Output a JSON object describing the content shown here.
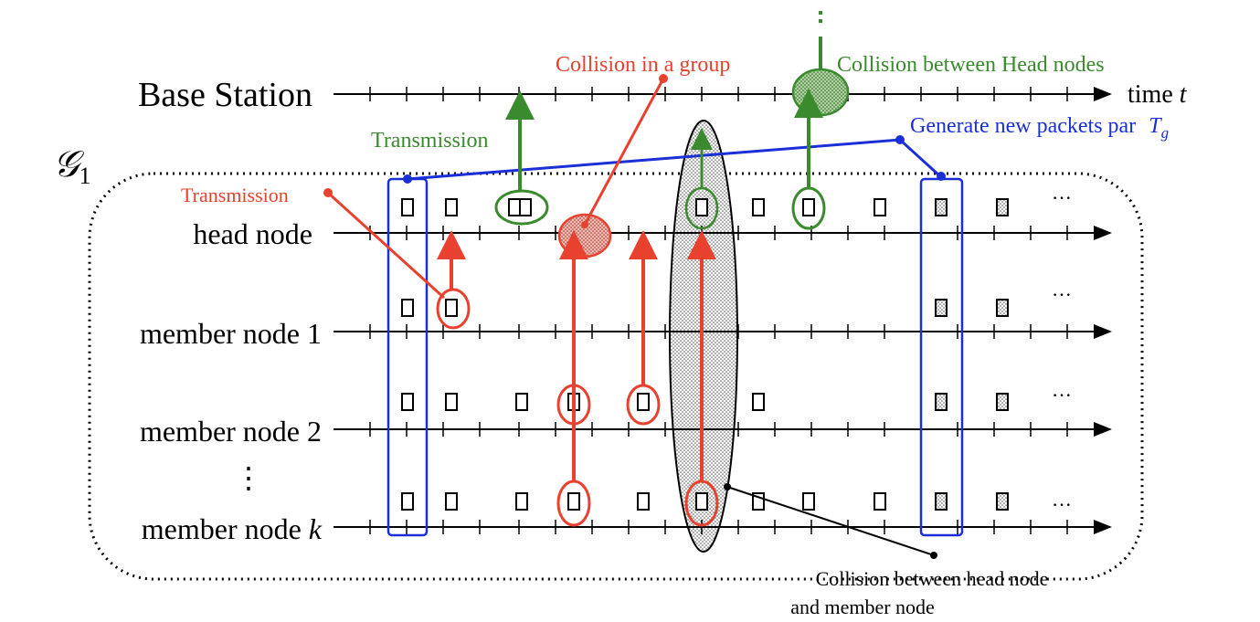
{
  "rows": {
    "base_station": "Base Station",
    "head_node": "head node",
    "member_1": "member node 1",
    "member_2": "member node 2",
    "member_k_prefix": "member node ",
    "member_k_var": "k",
    "vdots": "⋮"
  },
  "axis": {
    "time_label": "time ",
    "time_var": "t"
  },
  "group": {
    "label": "𝒢",
    "subscript": "1"
  },
  "annotations": {
    "collision_group": "Collision in a group",
    "collision_heads": "Collision between Head nodes",
    "transmission_green": "Transmission",
    "transmission_red": "Transmission",
    "generate_packets": "Generate new packets par",
    "period_var": "T",
    "period_sub": "g",
    "collision_head_member_line1": "Collision between head node",
    "collision_head_member_line2": "and member node",
    "ellipsis": "···"
  },
  "colors": {
    "red": "#e8412f",
    "green": "#3a8a2e",
    "blue": "#1a2fd6",
    "black": "#000000"
  }
}
